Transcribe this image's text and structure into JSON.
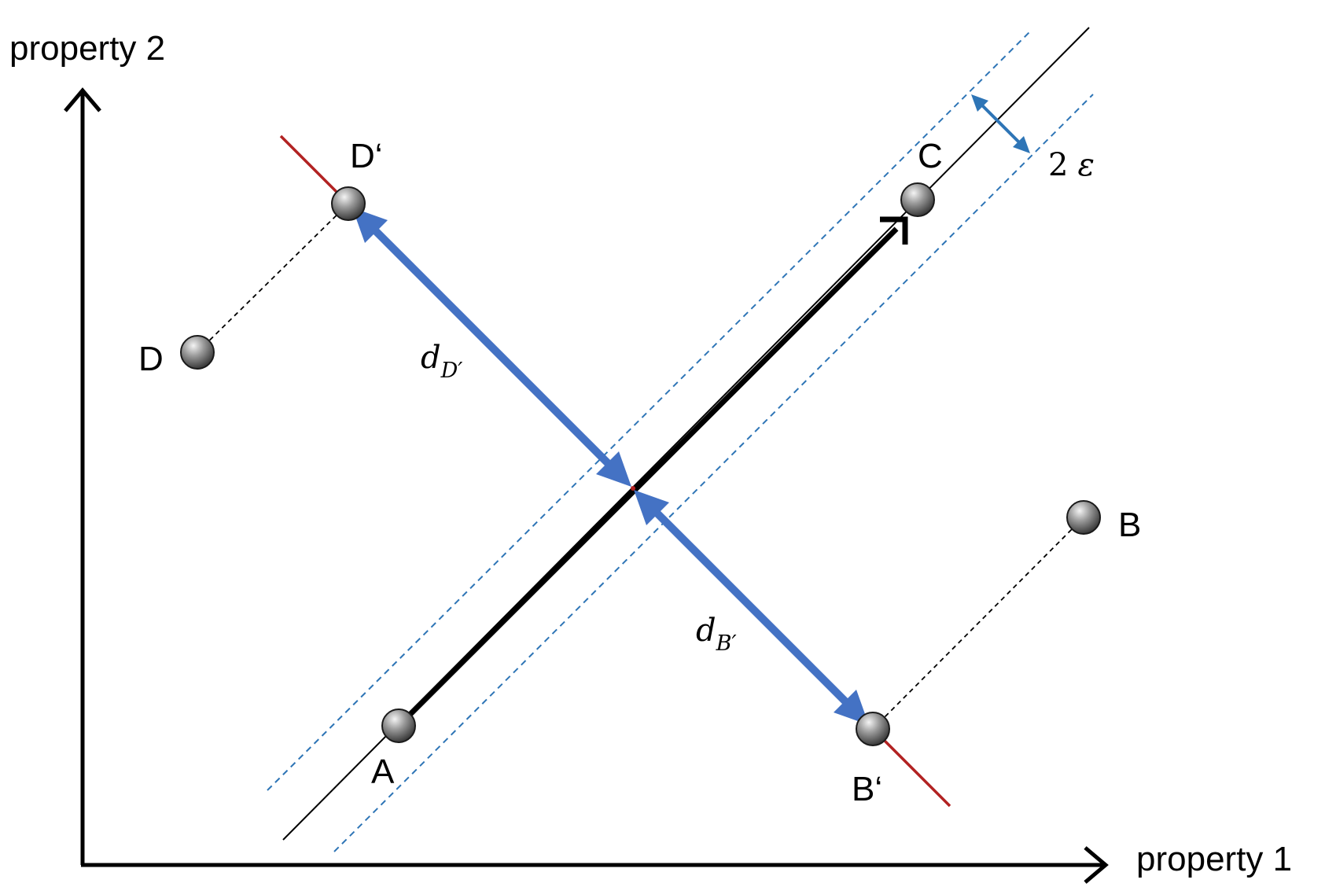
{
  "axes": {
    "x_label": "property 1",
    "y_label": "property 2"
  },
  "points": {
    "A": "A",
    "B": "B",
    "B_prime": "B‘",
    "C": "C",
    "D": "D",
    "D_prime": "D‘"
  },
  "distances": {
    "d_D_base": "d",
    "d_D_sub": "D′",
    "d_B_base": "d",
    "d_B_sub": "B′"
  },
  "epsilon": {
    "factor": "2",
    "symbol": "ε"
  },
  "colors": {
    "axis": "#000000",
    "main_vector": "#000000",
    "projection": "#4472C4",
    "band": "#2E75B6",
    "perpendicular": "#B22222",
    "point_fill": "#8C8C8C"
  }
}
